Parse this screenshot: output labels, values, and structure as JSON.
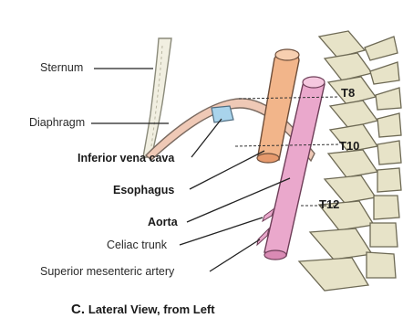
{
  "labels": {
    "sternum": "Sternum",
    "diaphragm": "Diaphragm",
    "ivc": "Inferior vena cava",
    "esophagus": "Esophagus",
    "aorta": "Aorta",
    "celiac": "Celiac trunk",
    "sma": "Superior mesenteric artery"
  },
  "vertebrae": {
    "t8": "T8",
    "t10": "T10",
    "t12": "T12"
  },
  "caption": {
    "letter": "C.",
    "text": "Lateral View, from Left"
  },
  "colors": {
    "esophagus": "#f2b58a",
    "aorta": "#eaa8cc",
    "ivc": "#a9d4ec",
    "diaphragm": "#efc9b6",
    "bone": "#e7e3c8"
  }
}
